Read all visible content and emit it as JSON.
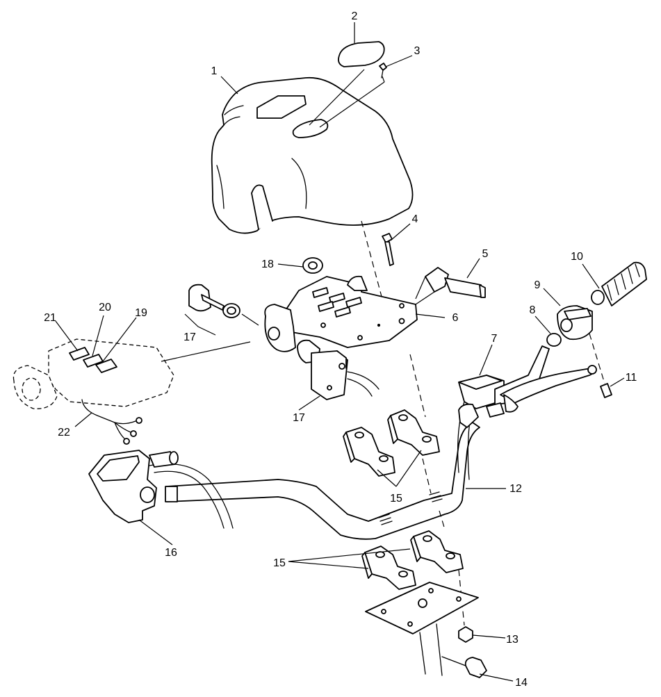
{
  "callouts": [
    {
      "id": "1",
      "label": "1"
    },
    {
      "id": "2",
      "label": "2"
    },
    {
      "id": "3",
      "label": "3"
    },
    {
      "id": "4",
      "label": "4"
    },
    {
      "id": "5",
      "label": "5"
    },
    {
      "id": "6",
      "label": "6"
    },
    {
      "id": "7",
      "label": "7"
    },
    {
      "id": "8",
      "label": "8"
    },
    {
      "id": "9",
      "label": "9"
    },
    {
      "id": "10",
      "label": "10"
    },
    {
      "id": "11",
      "label": "11"
    },
    {
      "id": "12",
      "label": "12"
    },
    {
      "id": "13",
      "label": "13"
    },
    {
      "id": "14",
      "label": "14"
    },
    {
      "id": "15a",
      "label": "15"
    },
    {
      "id": "15b",
      "label": "15"
    },
    {
      "id": "16",
      "label": "16"
    },
    {
      "id": "17a",
      "label": "17"
    },
    {
      "id": "17b",
      "label": "17"
    },
    {
      "id": "18",
      "label": "18"
    },
    {
      "id": "19",
      "label": "19"
    },
    {
      "id": "20",
      "label": "20"
    },
    {
      "id": "21",
      "label": "21"
    },
    {
      "id": "22",
      "label": "22"
    }
  ]
}
